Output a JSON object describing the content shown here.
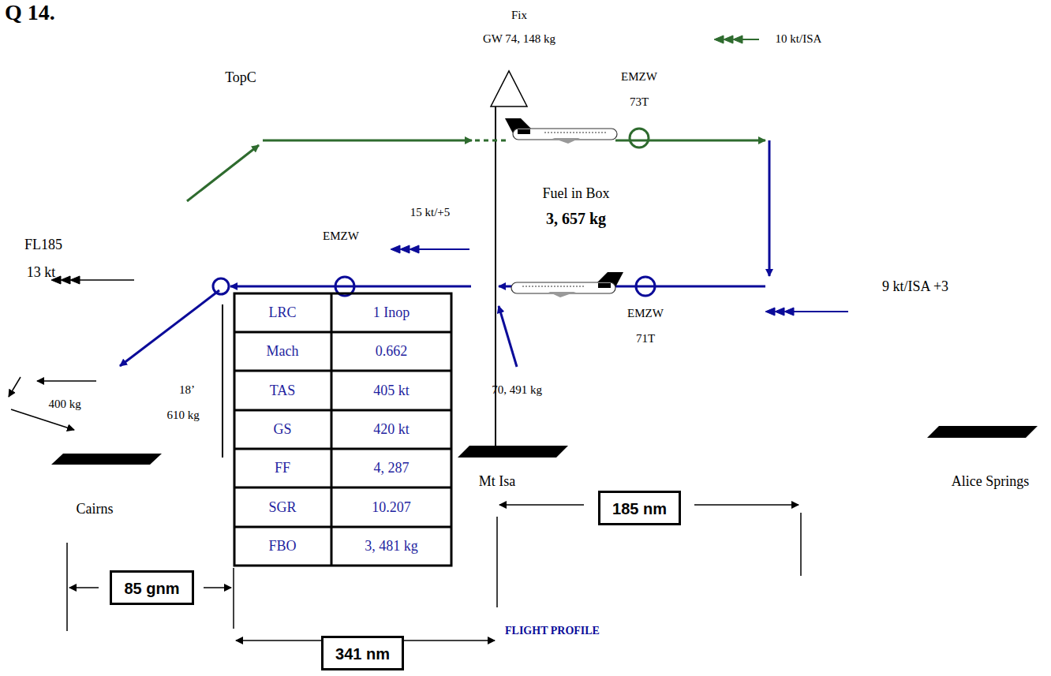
{
  "diagram": {
    "title": "Q 14.",
    "caption": "FLIGHT PROFILE",
    "nodes": [
      {
        "text": [
          "185 nm"
        ]
      },
      {
        "text": [
          "85 gnm"
        ]
      },
      {
        "text": [
          "341 nm"
        ]
      }
    ],
    "labels": [
      "Fix",
      "GW 74, 148 kg",
      "10 kt/ISA",
      "EMZW",
      "73T",
      "TopC",
      "Fuel in Box",
      "3, 657 kg",
      "15 kt/+5",
      "EMZW",
      "FL185",
      "13 kt",
      "9 kt/ISA +3",
      "EMZW",
      "71T",
      "LRC",
      "1 Inop",
      "Mach",
      "0.662",
      "TAS",
      "405 kt",
      "GS",
      "420 kt",
      "FF",
      "4, 287",
      "SGR",
      "10.207",
      "FBO",
      "3, 481 kg",
      "70, 491 kg",
      "18’",
      "610 kg",
      "400 kg",
      "Cairns",
      "Mt Isa",
      "Alice Springs"
    ]
  }
}
